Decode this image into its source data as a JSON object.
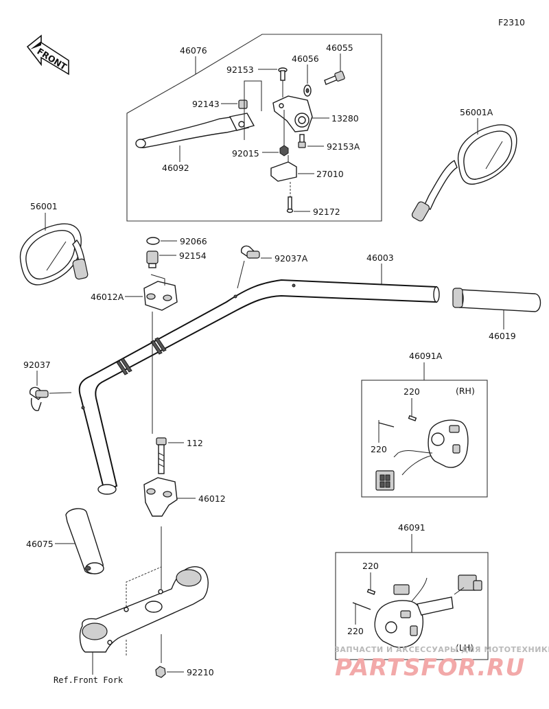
{
  "figure_code": "F2310",
  "front_label": "FRONT",
  "labels": {
    "p46076": "46076",
    "p92153": "92153",
    "p46056": "46056",
    "p46055": "46055",
    "p92143": "92143",
    "p13280": "13280",
    "p92015": "92015",
    "p92153A": "92153A",
    "p46092": "46092",
    "p27010": "27010",
    "p92172": "92172",
    "p56001A": "56001A",
    "p56001": "56001",
    "p92066": "92066",
    "p92154": "92154",
    "p92037A": "92037A",
    "p46003": "46003",
    "p46012A": "46012A",
    "p46019": "46019",
    "p92037": "92037",
    "p46091A": "46091A",
    "p220a": "220",
    "rh": "(RH)",
    "p220b": "220",
    "p112": "112",
    "p46012": "46012",
    "p46075": "46075",
    "p46091": "46091",
    "p220c": "220",
    "p220d": "220",
    "lh": "(LH)",
    "p92210": "92210",
    "ref_front_fork": "Ref.Front Fork"
  },
  "watermark": {
    "line1": "ЗАПЧАСТИ И АКСЕССУАРЫ ДЛЯ МОТОТЕХНИКИ",
    "line2": "PARTSFOR.RU"
  }
}
